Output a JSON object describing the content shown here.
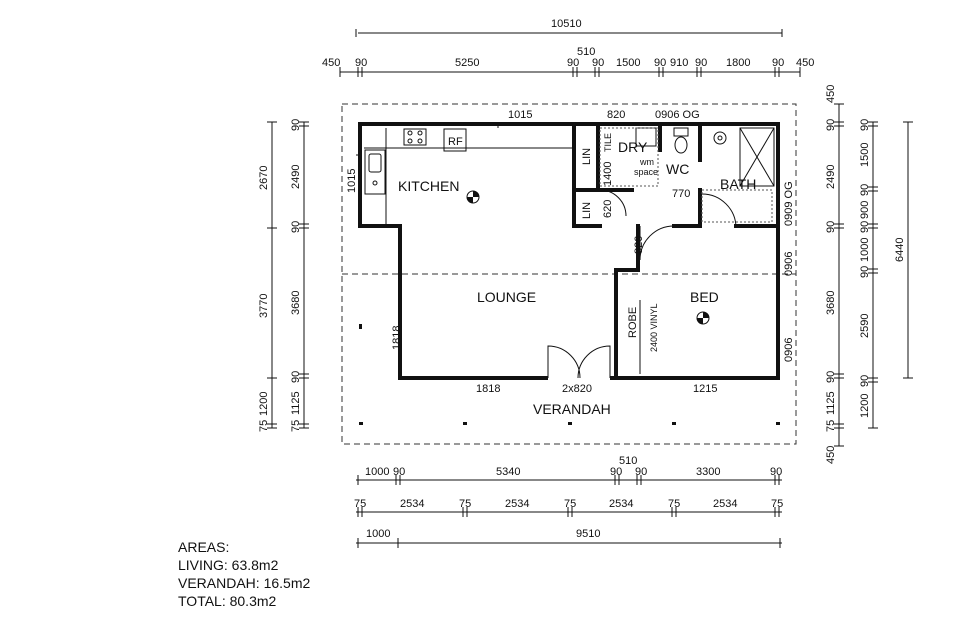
{
  "rooms": {
    "kitchen": "KITCHEN",
    "lounge": "LOUNGE",
    "bed": "BED",
    "bath": "BATH",
    "wc": "WC",
    "dry": "DRY",
    "lin1": "LIN",
    "lin2": "LIN",
    "robe": "ROBE",
    "verandah": "VERANDAH",
    "rf": "RF",
    "wm1": "wm",
    "wm2": "space",
    "vinyl": "2400 VINYL",
    "tile": "TILE"
  },
  "dims": {
    "top_total": "10510",
    "top_a": "450",
    "top_b": "90",
    "top_c": "5250",
    "top_d": "510",
    "top_e": "90",
    "top_f": "90",
    "top_g": "1500",
    "top_h": "90",
    "top_i": "910",
    "top_j": "90",
    "top_k": "1800",
    "top_l": "90",
    "top_m": "450",
    "kitchen_win": "1015",
    "w820": "820",
    "w0906og_top": "0906 OG",
    "kitchen_side": "1015",
    "lin_1400": "1400",
    "lin_620": "620",
    "wc_770": "770",
    "door_820": "820",
    "left_2670": "2670",
    "left_3770": "3770",
    "left_1200": "1200",
    "left_75": "75",
    "left2_90a": "90",
    "left2_2490": "2490",
    "left2_90b": "90",
    "left2_3680": "3680",
    "left2_90c": "90",
    "left2_1125": "1125",
    "left2_75": "75",
    "lounge_1818v": "1818",
    "lounge_1818h": "1818",
    "doors_2x820": "2x820",
    "bed_1215": "1215",
    "right_450a": "450",
    "right_90a": "90",
    "right_2490": "2490",
    "right_90b": "90",
    "right_3680": "3680",
    "right_90c": "90",
    "right_1125": "1125",
    "right_75": "75",
    "right_450b": "450",
    "right2_90a": "90",
    "right2_1500": "1500",
    "right2_90b": "90",
    "right2_900": "900",
    "right2_90c": "90",
    "right2_1000": "1000",
    "right2_90d": "90",
    "right2_2590": "2590",
    "right2_90e": "90",
    "right2_1200": "1200",
    "right_total": "6440",
    "win_0909og": "0909 OG",
    "win_0906a": "0906",
    "win_0906b": "0906",
    "bot_1000": "1000",
    "bot_90a": "90",
    "bot_5340": "5340",
    "bot_510": "510",
    "bot_90b": "90",
    "bot_90c": "90",
    "bot_3300": "3300",
    "bot_90d": "90",
    "post_75a": "75",
    "post_2534a": "2534",
    "post_75b": "75",
    "post_2534b": "2534",
    "post_75c": "75",
    "post_2534c": "2534",
    "post_75d": "75",
    "post_2534d": "2534",
    "post_75e": "75",
    "bot2_1000": "1000",
    "bot2_9510": "9510"
  },
  "areas": {
    "title": "AREAS:",
    "living": "LIVING:  63.8m2",
    "verandah": "VERANDAH:  16.5m2",
    "total": "TOTAL:  80.3m2"
  }
}
